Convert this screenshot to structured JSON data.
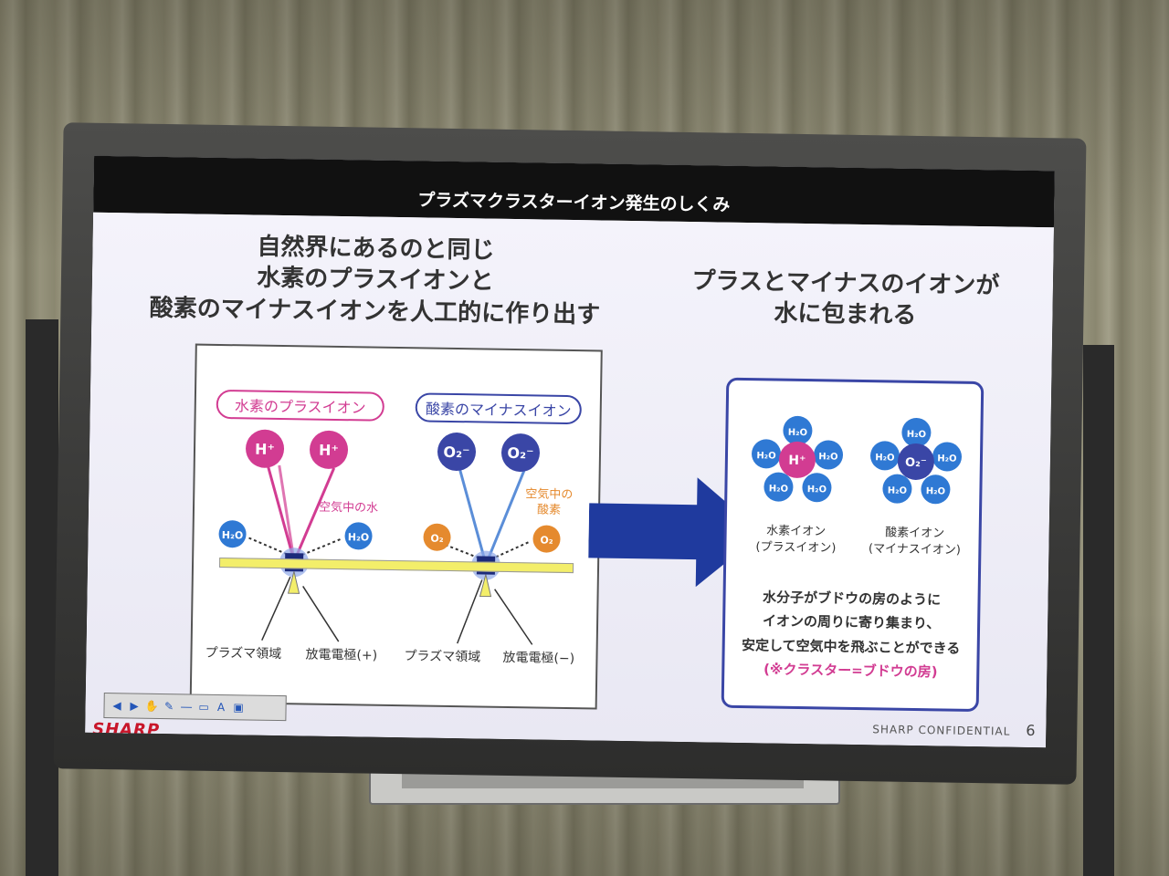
{
  "slide": {
    "header_title": "プラズマクラスターイオン発生のしくみ",
    "heading_left": [
      "自然界にあるのと同じ",
      "水素のプラスイオンと",
      "酸素のマイナスイオンを人工的に作り出す"
    ],
    "heading_right": [
      "プラスとマイナスのイオンが",
      "水に包まれる"
    ],
    "diagram_left": {
      "hydrogen_pill": "水素のプラスイオン",
      "oxygen_pill": "酸素のマイナスイオン",
      "h_plus": "H⁺",
      "o2_minus": "O₂⁻",
      "h2o": "H₂O",
      "o2": "O₂",
      "water_in_air": "空気中の水",
      "oxygen_in_air": [
        "空気中の",
        "酸素"
      ],
      "plasma_region": "プラズマ領域",
      "electrode_plus": "放電電極(+)",
      "electrode_minus": "放電電極(−)"
    },
    "diagram_right": {
      "hydrogen_ion": [
        "水素イオン",
        "(プラスイオン)"
      ],
      "oxygen_ion": [
        "酸素イオン",
        "(マイナスイオン)"
      ],
      "explanation": [
        "水分子がブドウの房のように",
        "イオンの周りに寄り集まり、",
        "安定して空気中を飛ぶことができる"
      ],
      "note": "(※クラスター=ブドウの房)"
    },
    "footer": {
      "confidential": "SHARP  CONFIDENTIAL",
      "page": "6",
      "logo": "SHARP"
    },
    "toolbar_icons": [
      "arrow-left-icon",
      "arrow-right-icon",
      "hand-icon",
      "pen-icon",
      "line-icon",
      "screen-icon",
      "text-icon",
      "capture-icon"
    ]
  },
  "colors": {
    "hydrogen": "#d23c92",
    "oxygen": "#3a46a6",
    "water": "#2f79d4",
    "o2": "#e58a2e",
    "arrow": "#1f3a9e"
  }
}
